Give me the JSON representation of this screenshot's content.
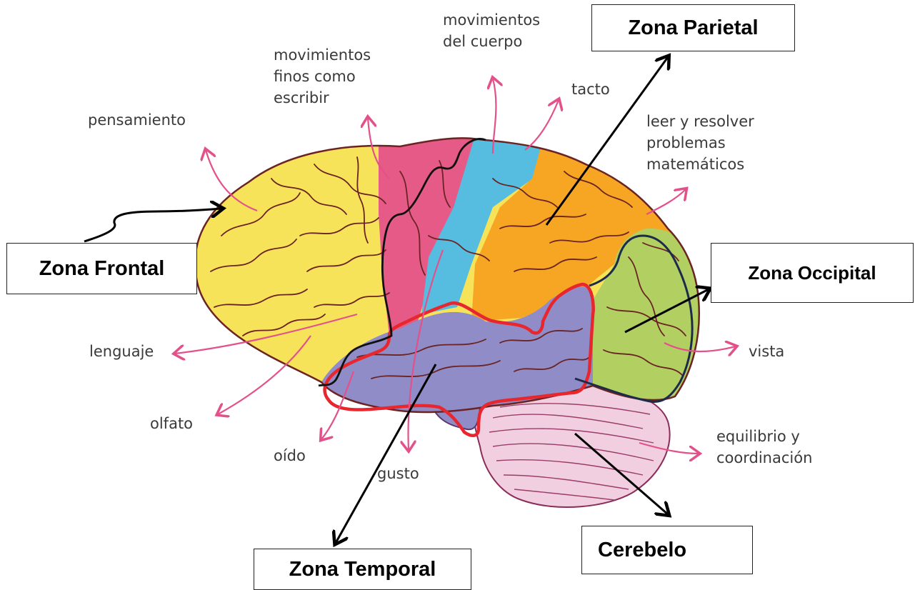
{
  "zones": {
    "frontal": "Zona Frontal",
    "parietal": "Zona Parietal",
    "occipital": "Zona Occipital",
    "temporal": "Zona Temporal",
    "cerebelo": "Cerebelo"
  },
  "functions": {
    "pensamiento": "pensamiento",
    "movimientos_finos": "movimientos\nfinos como\nescribir",
    "movimientos_cuerpo": "movimientos\ndel cuerpo",
    "tacto": "tacto",
    "leer": "leer y resolver\nproblemas\nmatemáticos",
    "lenguaje": "lenguaje",
    "olfato": "olfato",
    "oido": "oído",
    "gusto": "gusto",
    "vista": "vista",
    "equilibrio": "equilibrio y\ncoordinación"
  },
  "colors": {
    "frontal_yellow": "#f7e35a",
    "motor_pink": "#e55a86",
    "sensory_blue": "#56bde0",
    "parietal_orange": "#f6a623",
    "occipital_green": "#b2cf62",
    "temporal_purple": "#8f8cc7",
    "cerebellum_pink": "#f1cfe0",
    "function_arrow_pink": "#e3518a",
    "temporal_outline_red": "#e8262e",
    "occipital_outline_navy": "#1d2b4a"
  }
}
